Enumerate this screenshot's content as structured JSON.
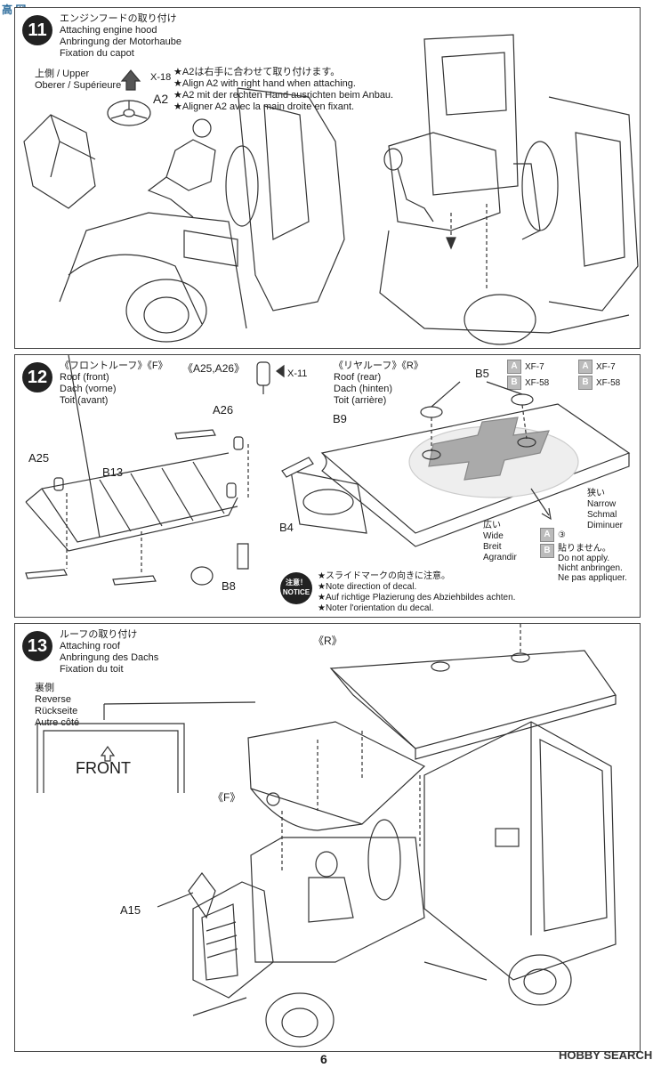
{
  "watermark": "高 网",
  "page_number": "6",
  "logo_text": "HOBBY SEARCH",
  "step11": {
    "number": "11",
    "title_jp": "エンジンフードの取り付け",
    "title_en": "Attaching engine hood",
    "title_de": "Anbringung der Motorhaube",
    "title_fr": "Fixation du capot",
    "upper_jp": "上側 / Upper",
    "upper_other": "Oberer / Supérieure",
    "tool_code": "X-18",
    "part": "A2",
    "notes": [
      "★A2は右手に合わせて取り付けます。",
      "★Align A2 with right hand when attaching.",
      "★A2 mit der rechten Hand ausrichten beim Anbau.",
      "★Aligner A2 avec la main droite en fixant."
    ]
  },
  "step12": {
    "number": "12",
    "front_roof_jp": "《フロントルーフ》《F》",
    "front_roof_en": "Roof (front)",
    "front_roof_de": "Dach (vorne)",
    "front_roof_fr": "Toit (avant)",
    "parts_pair": "《A25,A26》",
    "tool_code": "X-11",
    "rear_roof_jp": "《リヤルーフ》《R》",
    "rear_roof_en": "Roof (rear)",
    "rear_roof_de": "Dach (hinten)",
    "rear_roof_fr": "Toit (arrière)",
    "labels": {
      "a25": "A25",
      "a26": "A26",
      "b13": "B13",
      "b8": "B8",
      "b9": "B9",
      "b4": "B4",
      "b5": "B5"
    },
    "paint_a": "A",
    "paint_b": "B",
    "paint_a_code": "XF-7",
    "paint_b_code": "XF-58",
    "paint_a_code_2": "XF-7",
    "paint_b_code_2": "XF-58",
    "narrow_jp": "狭い",
    "narrow_en": "Narrow",
    "narrow_de": "Schmal",
    "narrow_fr": "Diminuer",
    "wide_jp": "広い",
    "wide_en": "Wide",
    "wide_de": "Breit",
    "wide_fr": "Agrandir",
    "decal_a_num": "③",
    "decal_b_jp": "貼りません。",
    "decal_b_en": "Do not apply.",
    "decal_b_de": "Nicht anbringen.",
    "decal_b_fr": "Ne pas appliquer.",
    "notice_jp": "注意！",
    "notice_en": "NOTICE",
    "notice_lines": [
      "★スライドマークの向きに注意。",
      "★Note direction of decal.",
      "★Auf richtige Plazierung des Abziehbildes achten.",
      "★Noter l'orientation du decal."
    ]
  },
  "step13": {
    "number": "13",
    "title_jp": "ルーフの取り付け",
    "title_en": "Attaching roof",
    "title_de": "Anbringung des Dachs",
    "title_fr": "Fixation du toit",
    "reverse_jp": "裏側",
    "reverse_en": "Reverse",
    "reverse_de": "Rückseite",
    "reverse_fr": "Autre côté",
    "front_text": "FRONT",
    "label_r": "《R》",
    "label_f": "《F》",
    "label_a15": "A15"
  }
}
